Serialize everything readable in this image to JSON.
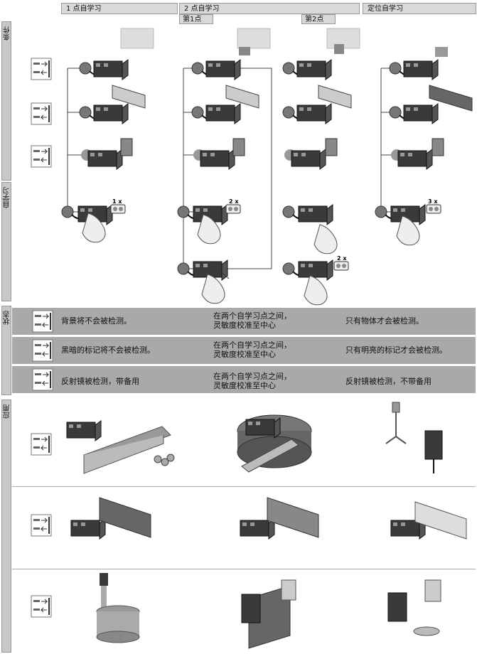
{
  "columns": {
    "one_point": "1 点自学习",
    "two_point": "2 点自学习",
    "positioning": "定位自学习",
    "first_point": "第1点",
    "second_point": "第2点"
  },
  "side_labels": {
    "conditions": "条件",
    "teach": "自学习",
    "state": "状态",
    "application": "应用"
  },
  "teach_counts": {
    "one_point": "1 x",
    "two_point_a": "2 x",
    "two_point_b": "2 x",
    "positioning": "3 x"
  },
  "state_rows": [
    {
      "one": "背景将不会被检测。",
      "two_line1": "在两个自学习点之间，",
      "two_line2": "灵敏度校准至中心",
      "three": "只有物体才会被检测。"
    },
    {
      "one": "黑暗的标记将不会被检测。",
      "two_line1": "在两个自学习点之间，",
      "two_line2": "灵敏度校准至中心",
      "three": "只有明亮的标记才会被检测。"
    },
    {
      "one": "反射镜被检测，带备用",
      "two_line1": "在两个自学习点之间，",
      "two_line2": "灵敏度校准至中心",
      "three": "反射镜被检测，不带备用"
    }
  ],
  "colors": {
    "header": "#d9d9d9",
    "stripe": "#a9a9a9",
    "sensor": "#3a3a3a"
  }
}
